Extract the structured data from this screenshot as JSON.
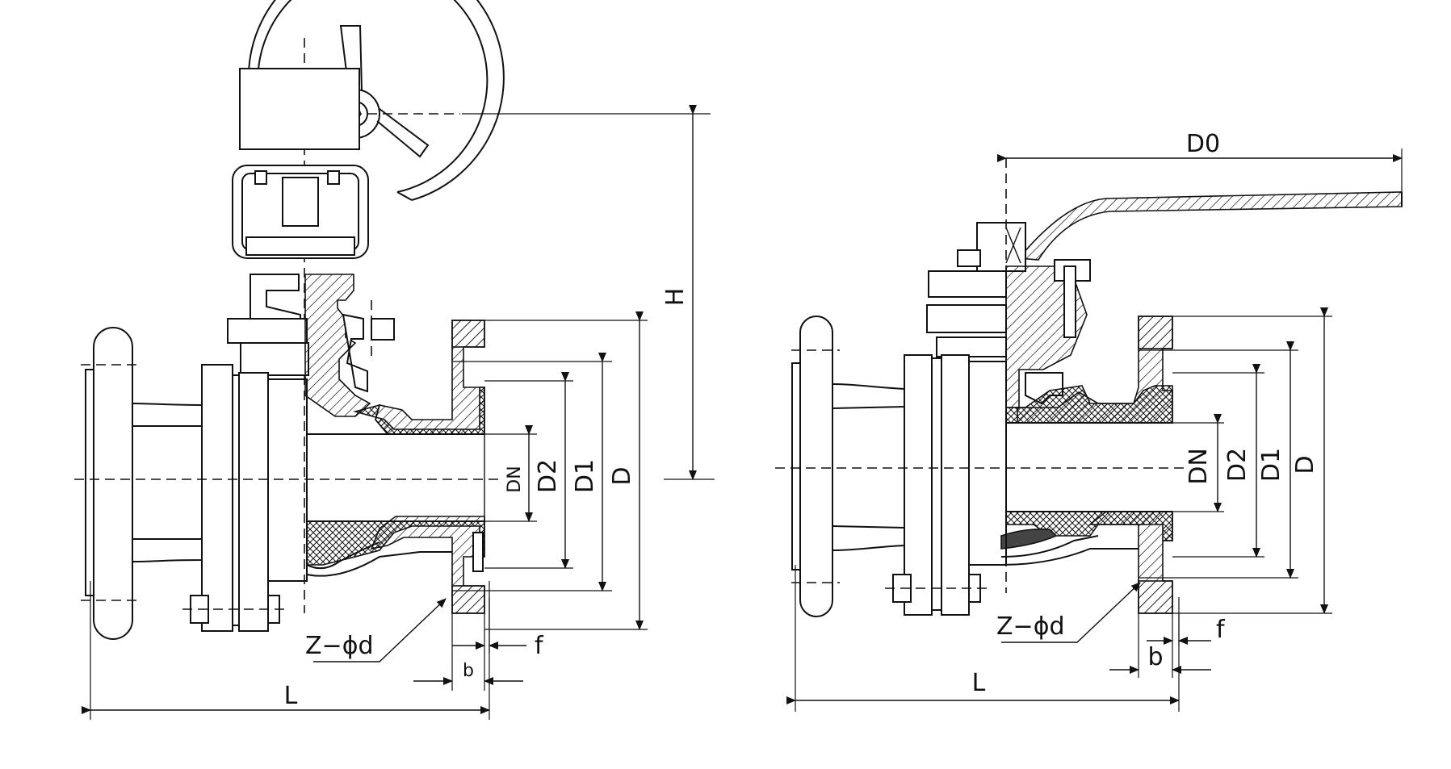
{
  "colors": {
    "line": "#111111",
    "background": "#ffffff"
  },
  "left_view": {
    "labels": {
      "H": "H",
      "D": "D",
      "D1": "D1",
      "D2": "D2",
      "DN": "DN",
      "L": "L",
      "b": "b",
      "f": "f",
      "bolt": "Z−ϕd"
    }
  },
  "right_view": {
    "labels": {
      "D0": "D0",
      "D": "D",
      "D1": "D1",
      "D2": "D2",
      "DN": "DN",
      "L": "L",
      "b": "b",
      "f": "f",
      "bolt": "Z−ϕd"
    }
  }
}
